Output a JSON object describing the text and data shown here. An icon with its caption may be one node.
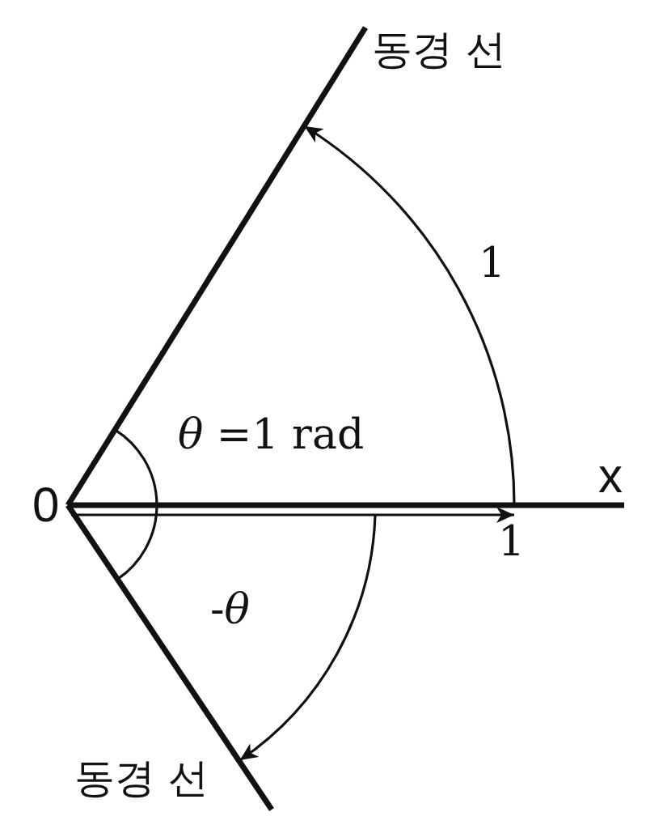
{
  "diagram": {
    "labels": [
      "동경 선",
      "1",
      "*θ* =1 rad",
      "x",
      "0",
      "1",
      "-*θ*",
      "동경 선"
    ]
  }
}
